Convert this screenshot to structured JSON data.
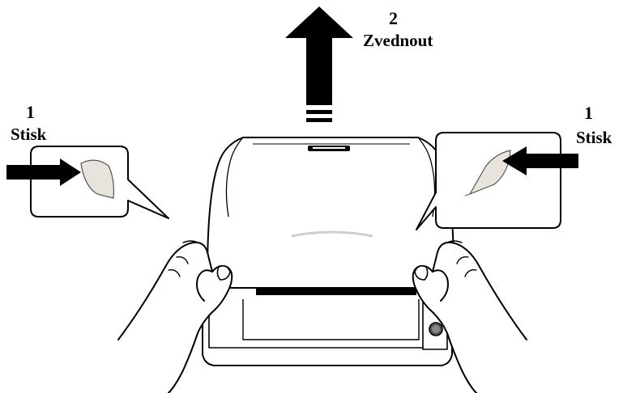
{
  "step_lift": {
    "number": "2",
    "label": "Zvednout"
  },
  "step_press_left": {
    "number": "1",
    "label": "Stisk"
  },
  "step_press_right": {
    "number": "1",
    "label": "Stisk"
  },
  "colors": {
    "arrow": "#000000",
    "line": "#000000",
    "fill": "#ffffff",
    "finger": "#e8e3dc",
    "lid_shade": "#f1f1f1"
  },
  "icons": [
    "up-arrow-icon",
    "right-arrow-icon",
    "left-arrow-icon",
    "finger-icon",
    "printer-illustration",
    "hands-illustration"
  ]
}
